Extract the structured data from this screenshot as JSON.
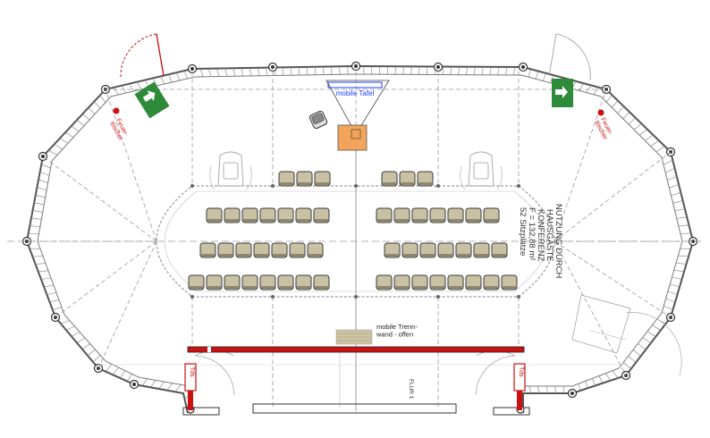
{
  "colors": {
    "wall": "#555555",
    "thin": "#7a7a7a",
    "dash": "#9a9a9a",
    "red": "#cc1111",
    "green": "#2e8b3a",
    "seat_fill": "#c9c1a4",
    "seat_stroke": "#3a3a3a",
    "table_fill": "#f2a55a",
    "blue": "#1a3cff"
  },
  "labels": {
    "mobile_tafel": "mobile Tafel",
    "feuerloescher_left": "Feuer-\nlöscher",
    "feuerloescher_right": "Feuer-\nlöscher",
    "trennwand": "mobile Trenn-\nwand - offen",
    "flur": "FLUR 1",
    "tds_left": "Tds",
    "tds_right": "Tds",
    "info_1": "NUTZUNG DURCH",
    "info_2": "HAUSGÄSTE",
    "info_3": "KONFERENZ",
    "info_4": "F = 132,88 m²",
    "info_5": "52 Sitzplätze"
  },
  "icons": [
    "exit-sign-icon",
    "fire-extinguisher-icon",
    "seat-icon",
    "armchair-icon",
    "door-swing-icon"
  ]
}
